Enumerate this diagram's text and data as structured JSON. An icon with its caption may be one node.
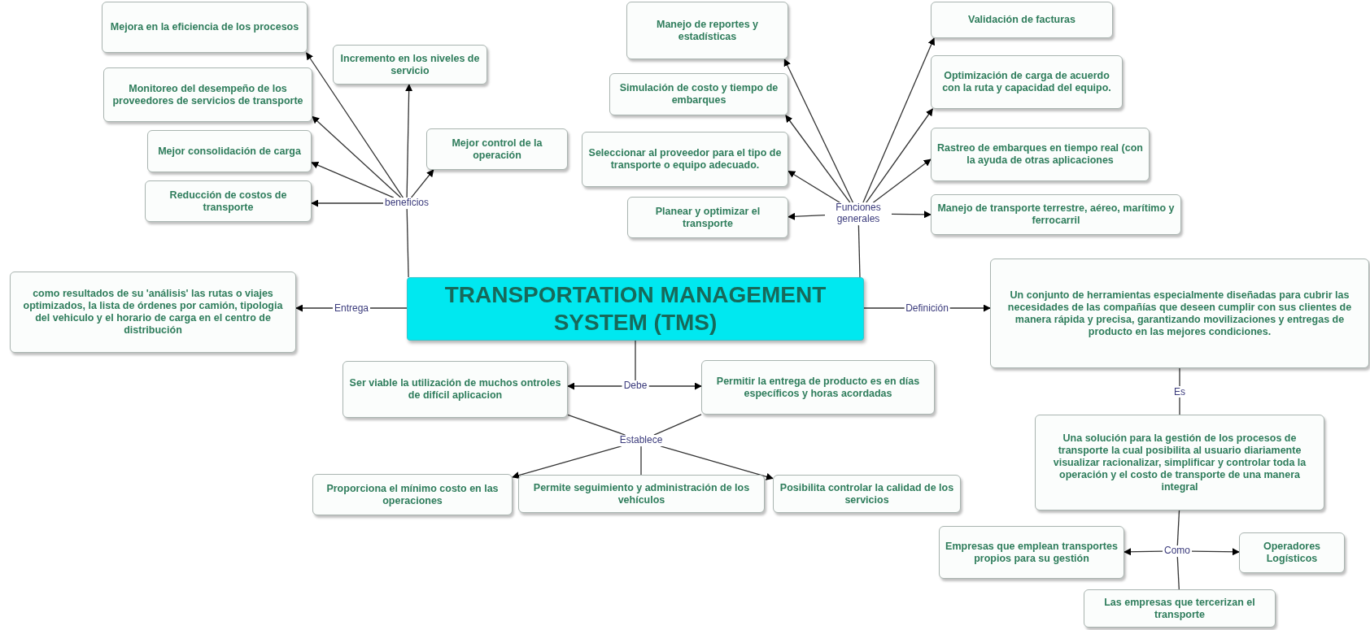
{
  "diagram": {
    "nodes": [
      {
        "text": [
          "TRANSPORTATION MANAGEMENT SYSTEM (TMS)"
        ]
      },
      {
        "text": [
          "beneficios"
        ]
      },
      {
        "text": [
          "Mejora en la eficiencia de los procesos"
        ]
      },
      {
        "text": [
          "Incremento en los niveles de servicio"
        ]
      },
      {
        "text": [
          "Monitoreo del desempeño de los proveedores de servicios de transporte"
        ]
      },
      {
        "text": [
          "Mejor consolidación de carga"
        ]
      },
      {
        "text": [
          "Mejor control de la operación"
        ]
      },
      {
        "text": [
          "Reducción de costos de transporte"
        ]
      },
      {
        "text": [
          "Funciones generales"
        ]
      },
      {
        "text": [
          "Manejo de reportes y estadísticas"
        ]
      },
      {
        "text": [
          "Simulación de costo y tiempo de embarques"
        ]
      },
      {
        "text": [
          "Seleccionar al proveedor para el tipo de transporte o equipo adecuado."
        ]
      },
      {
        "text": [
          "Planear y optimizar el transporte"
        ]
      },
      {
        "text": [
          "Validación de facturas"
        ]
      },
      {
        "text": [
          "Optimización de carga de acuerdo con la ruta y capacidad del equipo."
        ]
      },
      {
        "text": [
          "Rastreo de embarques en tiempo real (con la ayuda de otras aplicaciones"
        ]
      },
      {
        "text": [
          "Manejo de transporte terrestre, aéreo, marítimo y ferrocarril"
        ]
      },
      {
        "text": [
          "como resultados de su 'análisis' las rutas o viajes optimizados, la lista de órdenes por camión, tipologia del vehiculo y el horario de carga en el centro de distribución"
        ]
      },
      {
        "text": [
          "Un conjunto de herramientas especialmente diseñadas para cubrir las necesidades de las compañías que deseen cumplir con sus clientes de manera rápida y precisa, garantizando movilizaciones y entregas de producto en las mejores condiciones."
        ]
      },
      {
        "text": [
          "Una solución para la gestión de los procesos de transporte la cual posibilita al usuario diariamente visualizar racionalizar, simplificar y controlar toda la operación y el costo de transporte de una manera integral"
        ]
      },
      {
        "text": [
          "Como"
        ]
      },
      {
        "text": [
          "Empresas que emplean transportes propios para su gestión"
        ]
      },
      {
        "text": [
          "Operadores Logísticos"
        ]
      },
      {
        "text": [
          "Las empresas que tercerizan el transporte"
        ]
      },
      {
        "text": [
          "Debe"
        ]
      },
      {
        "text": [
          "Ser viable la utilización de muchos ontroles de difícil aplicacion"
        ]
      },
      {
        "text": [
          "Permitir la entrega de producto es en días específicos y horas acordadas"
        ]
      },
      {
        "text": [
          "Establece"
        ]
      },
      {
        "text": [
          "Proporciona el mínimo costo en las operaciones"
        ]
      },
      {
        "text": [
          "Permite seguimiento y administración de los vehículos"
        ]
      },
      {
        "text": [
          "Posibilita controlar la calidad de los servicios"
        ]
      }
    ],
    "edges": [
      {
        "from": 0,
        "to": 1,
        "arrow": "none"
      },
      {
        "from": 1,
        "to": 2,
        "arrow": "to"
      },
      {
        "from": 1,
        "to": 3,
        "arrow": "to"
      },
      {
        "from": 1,
        "to": 4,
        "arrow": "to"
      },
      {
        "from": 1,
        "to": 5,
        "arrow": "to"
      },
      {
        "from": 1,
        "to": 6,
        "arrow": "to"
      },
      {
        "from": 1,
        "to": 7,
        "arrow": "to"
      },
      {
        "from": 0,
        "to": 8,
        "arrow": "none"
      },
      {
        "from": 8,
        "to": 9,
        "arrow": "to"
      },
      {
        "from": 8,
        "to": 10,
        "arrow": "to"
      },
      {
        "from": 8,
        "to": 11,
        "arrow": "to"
      },
      {
        "from": 8,
        "to": 12,
        "arrow": "to"
      },
      {
        "from": 8,
        "to": 13,
        "arrow": "to"
      },
      {
        "from": 8,
        "to": 14,
        "arrow": "to"
      },
      {
        "from": 8,
        "to": 15,
        "arrow": "to"
      },
      {
        "from": 8,
        "to": 16,
        "arrow": "to"
      },
      {
        "from": 0,
        "to": 17,
        "label": "Entrega",
        "arrow": "to"
      },
      {
        "from": 0,
        "to": 18,
        "label": "Definición",
        "arrow": "to"
      },
      {
        "from": 18,
        "to": 19,
        "label": "Es",
        "arrow": "none"
      },
      {
        "from": 19,
        "to": 20,
        "arrow": "none"
      },
      {
        "from": 20,
        "to": 21,
        "arrow": "to"
      },
      {
        "from": 20,
        "to": 22,
        "arrow": "to"
      },
      {
        "from": 20,
        "to": 23,
        "arrow": "none"
      },
      {
        "from": 0,
        "to": 24,
        "arrow": "none"
      },
      {
        "from": 24,
        "to": 25,
        "arrow": "to"
      },
      {
        "from": 24,
        "to": 26,
        "arrow": "to"
      },
      {
        "from": 25,
        "to": 27,
        "arrow": "none"
      },
      {
        "from": 26,
        "to": 27,
        "arrow": "none"
      },
      {
        "from": 27,
        "to": 28,
        "arrow": "to"
      },
      {
        "from": 27,
        "to": 29,
        "arrow": "none"
      },
      {
        "from": 27,
        "to": 30,
        "arrow": "to"
      }
    ]
  }
}
